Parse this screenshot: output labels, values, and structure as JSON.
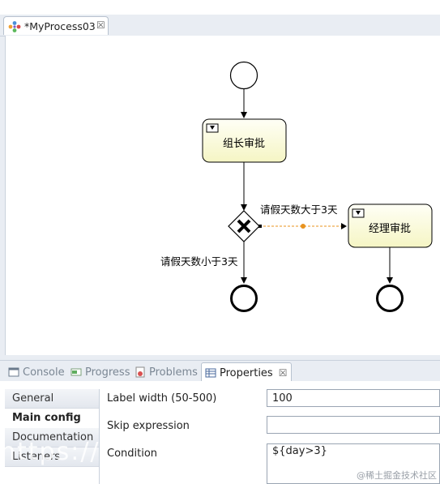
{
  "editor": {
    "tab_title": "*MyProcess03",
    "tab_icon": "bpmn-process-icon",
    "close_glyph": "☒"
  },
  "diagram": {
    "task1_label": "组长审批",
    "task2_label": "经理审批",
    "flow_greater_label": "请假天数大于3天",
    "flow_less_label": "请假天数小于3天",
    "gateway_type": "exclusive-gateway"
  },
  "bottom_tabs": [
    {
      "label": "Console",
      "icon": "console-icon"
    },
    {
      "label": "Progress",
      "icon": "progress-icon"
    },
    {
      "label": "Problems",
      "icon": "problems-icon"
    },
    {
      "label": "Properties",
      "icon": "properties-icon",
      "active": true
    }
  ],
  "properties": {
    "sidebar": [
      "General",
      "Main config",
      "Documentation",
      "Listeners"
    ],
    "selected": "Main config",
    "fields": {
      "label_width_label": "Label width (50-500)",
      "label_width_value": "100",
      "skip_expression_label": "Skip expression",
      "skip_expression_value": "",
      "condition_label": "Condition",
      "condition_value": "${day>3}"
    }
  },
  "watermarks": {
    "left": "https://t",
    "right": "@稀土掘金技术社区"
  },
  "colors": {
    "task_fill_top": "#fffff5",
    "task_fill_bottom": "#f7f7c8",
    "selected_flow": "#e8931e"
  }
}
